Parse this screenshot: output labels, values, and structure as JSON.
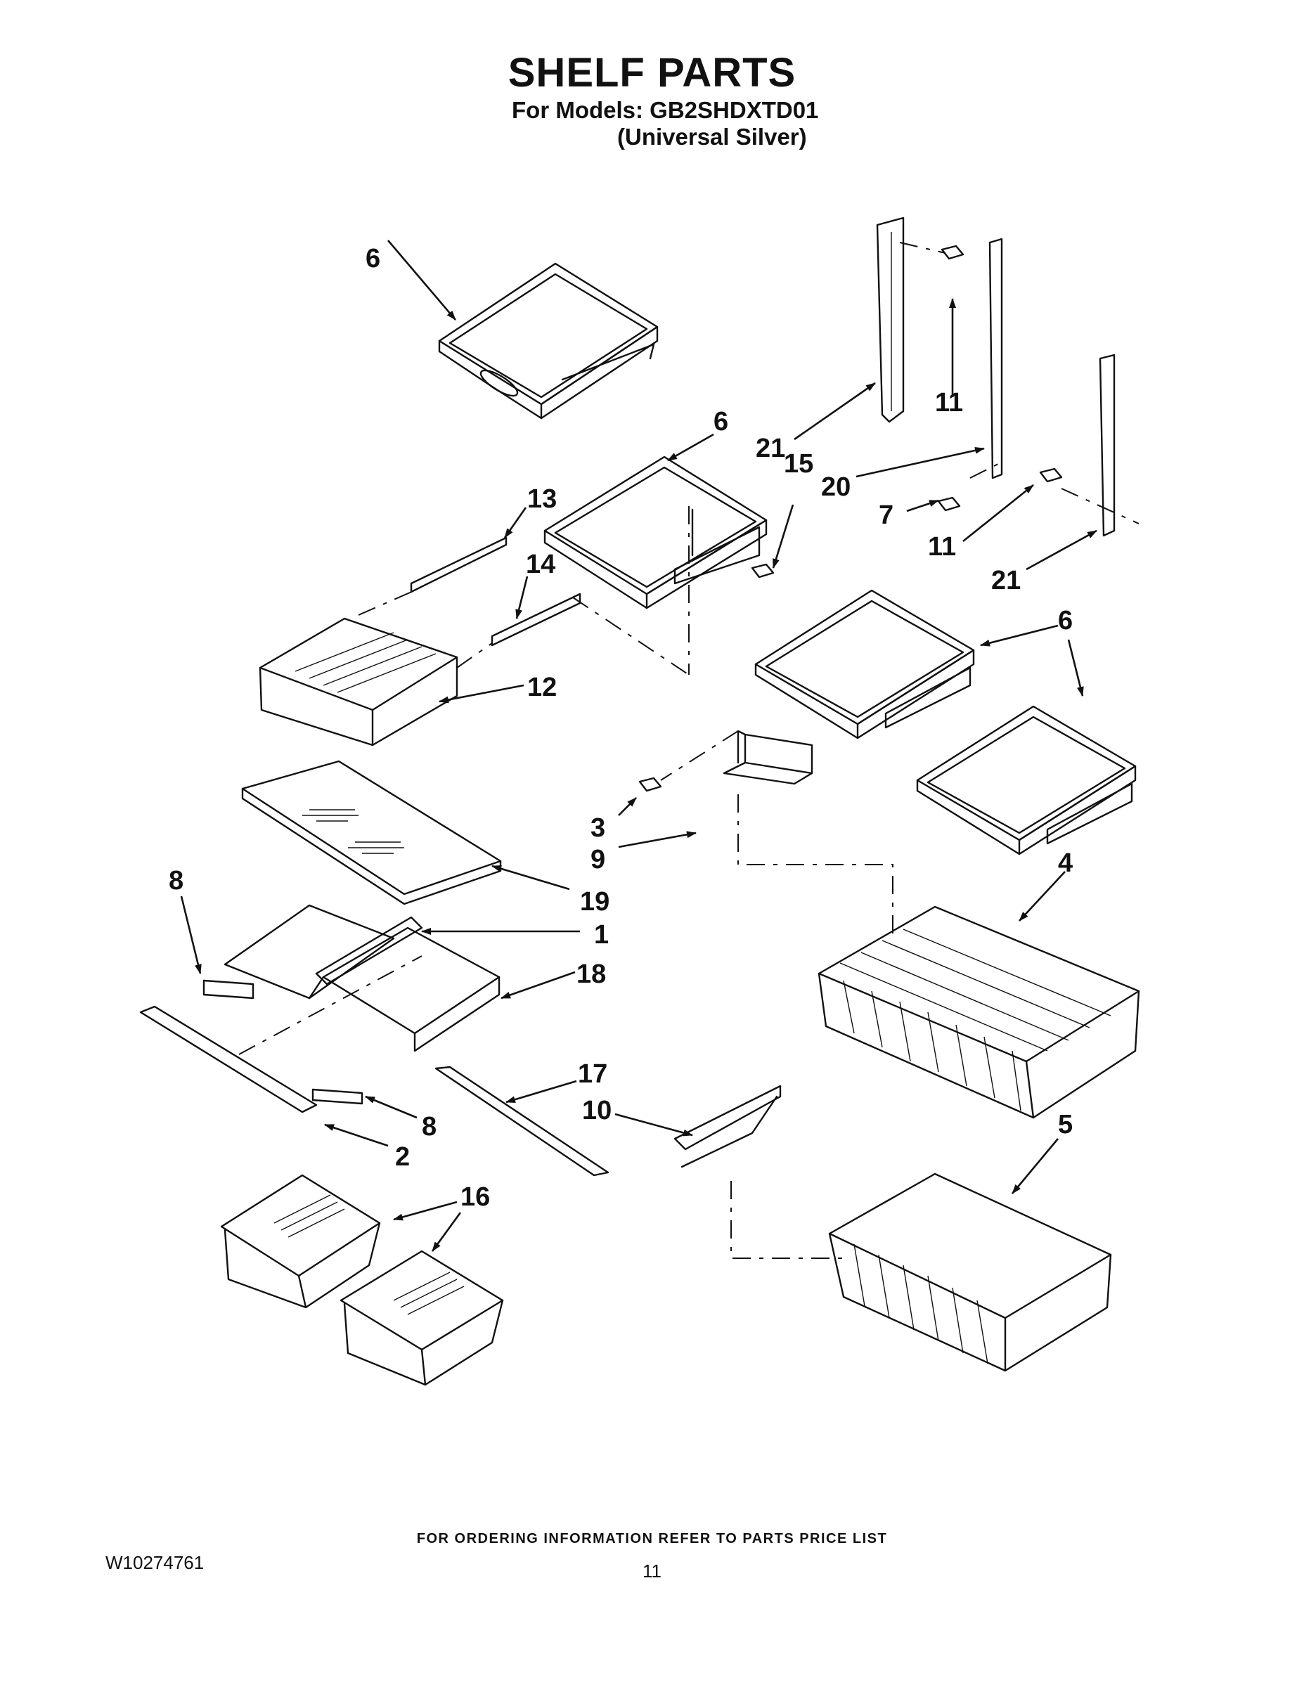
{
  "header": {
    "title": "SHELF PARTS",
    "models_line": "For Models: GB2SHDXTD01",
    "color_line": "(Universal Silver)"
  },
  "footer": {
    "ordering_note": "FOR ORDERING INFORMATION REFER TO PARTS PRICE LIST",
    "doc_number": "W10274761",
    "page_number": "11"
  },
  "callouts": [
    "1",
    "2",
    "3",
    "4",
    "5",
    "6",
    "7",
    "8",
    "9",
    "10",
    "11",
    "12",
    "13",
    "14",
    "15",
    "16",
    "17",
    "18",
    "19",
    "20",
    "21"
  ]
}
